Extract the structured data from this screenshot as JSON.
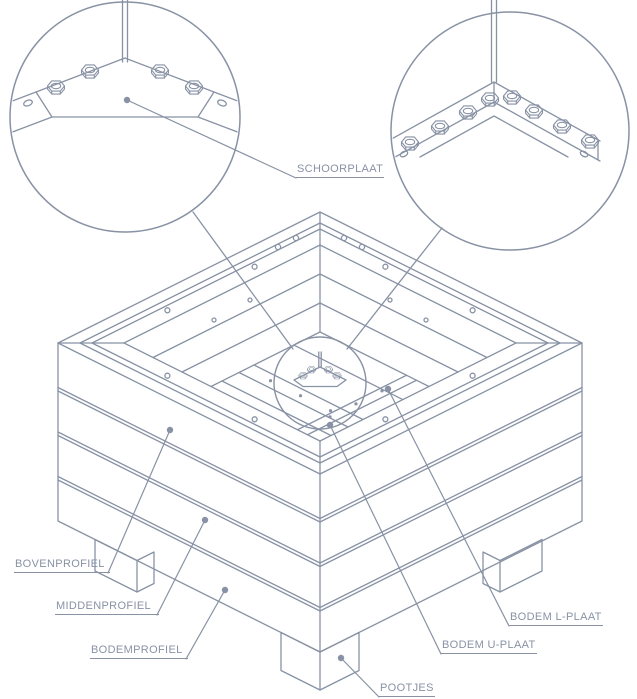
{
  "colors": {
    "line": "#8892a4",
    "background": "#ffffff"
  },
  "labels": {
    "schoorplaat": "SCHOORPLAAT",
    "bovenprofiel": "BOVENPROFIEL",
    "middenprofiel": "MIDDENPROFIEL",
    "bodemprofiel": "BODEMPROFIEL",
    "bodem_l_plaat": "BODEM L-PLAAT",
    "bodem_u_plaat": "BODEM U-PLAAT",
    "pootjes": "POOTJES"
  }
}
